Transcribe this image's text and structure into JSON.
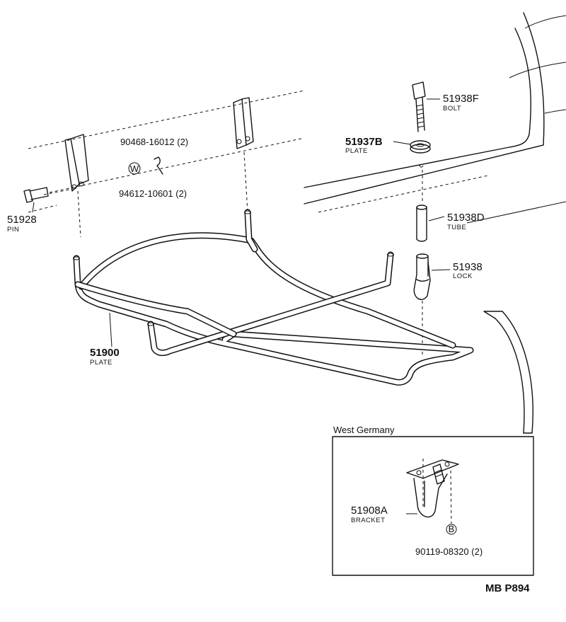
{
  "parts": {
    "p51938F": {
      "number": "51938F",
      "name": "BOLT"
    },
    "p51937B": {
      "number": "51937B",
      "name": "PLATE"
    },
    "p51938D": {
      "number": "51938D",
      "name": "TUBE"
    },
    "p51938": {
      "number": "51938",
      "name": "LOCK"
    },
    "p51928": {
      "number": "51928",
      "name": "PIN"
    },
    "p51900": {
      "number": "51900",
      "name": "PLATE"
    },
    "p90468": {
      "number": "90468-16012 (2)"
    },
    "p94612": {
      "number": "94612-10601 (2)"
    },
    "p51908A": {
      "number": "51908A",
      "name": "BRACKET"
    },
    "p90119": {
      "number": "90119-08320 (2)"
    }
  },
  "markers": {
    "washer": "W",
    "bolt": "B"
  },
  "inset": {
    "title": "West Germany"
  },
  "diagram_code": "MB P894"
}
